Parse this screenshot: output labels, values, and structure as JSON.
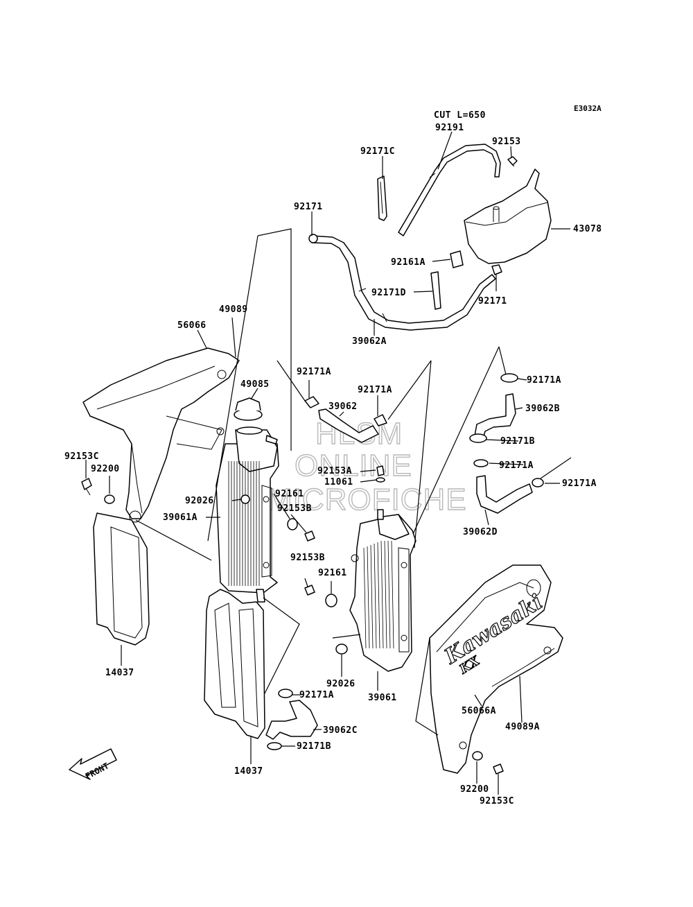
{
  "diagram_code": "E3032A",
  "cut_note": "CUT L=650",
  "watermark": [
    "HLSM",
    "ONLINE",
    "MICROFICHE"
  ],
  "brand_text": "Kawasaki",
  "brand_model": "KX",
  "front_label": "FRONT",
  "labels": {
    "p92191": "92191",
    "p92171C": "92171C",
    "p92153_top": "92153",
    "p92171_top": "92171",
    "p43078": "43078",
    "p92161A": "92161A",
    "p92171D": "92171D",
    "p92171_right": "92171",
    "p39062A": "39062A",
    "p49089": "49089",
    "p56066": "56066",
    "p49085": "49085",
    "p92171A_1": "92171A",
    "p39062": "39062",
    "p92171A_2": "92171A",
    "p92171A_3": "92171A",
    "p39062B": "39062B",
    "p92171B_1": "92171B",
    "p92171A_4": "92171A",
    "p92171A_5": "92171A",
    "p39062D": "39062D",
    "p92153C_l": "92153C",
    "p92200_l": "92200",
    "p92153A": "92153A",
    "p11061": "11061",
    "p92026_l": "92026",
    "p92161_l": "92161",
    "p39061A": "39061A",
    "p92153B_1": "92153B",
    "p92153B_2": "92153B",
    "p92161_r": "92161",
    "p14037_l": "14037",
    "p92026_r": "92026",
    "p39061": "39061",
    "p56066A": "56066A",
    "p49089A": "49089A",
    "p92171A_6": "92171A",
    "p39062C": "39062C",
    "p92171B_2": "92171B",
    "p14037_c": "14037",
    "p92200_r": "92200",
    "p92153C_r": "92153C"
  }
}
